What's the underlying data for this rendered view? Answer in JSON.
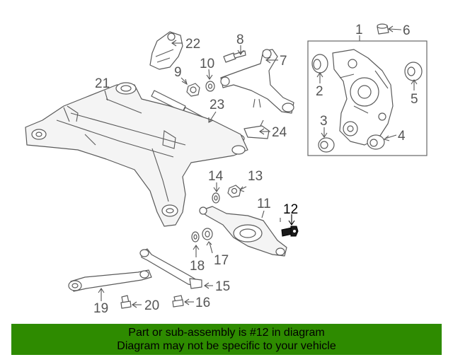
{
  "callouts": {
    "c1": "1",
    "c2": "2",
    "c3": "3",
    "c4": "4",
    "c5": "5",
    "c6": "6",
    "c7": "7",
    "c8": "8",
    "c9": "9",
    "c10": "10",
    "c11": "11",
    "c12": "12",
    "c13": "13",
    "c14": "14",
    "c15": "15",
    "c16": "16",
    "c17": "17",
    "c18": "18",
    "c19": "19",
    "c20": "20",
    "c21": "21",
    "c22": "22",
    "c23": "23",
    "c24": "24"
  },
  "highlighted_part": "12",
  "banner": {
    "line1": "Part or sub-assembly is #12 in diagram",
    "line2": "Diagram may not be specific to your vehicle",
    "color": "#2e8b00"
  }
}
